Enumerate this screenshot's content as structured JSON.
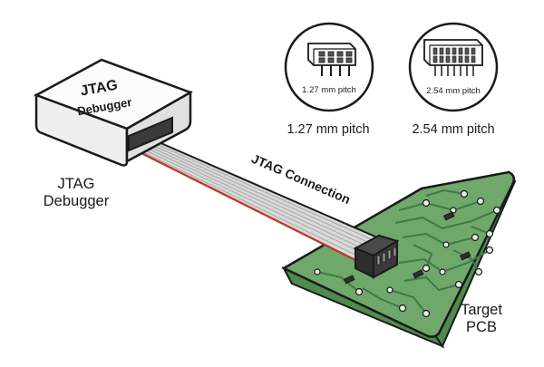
{
  "debugger": {
    "box_text_line1": "JTAG",
    "box_text_line2": "Debugger",
    "caption_line1": "JTAG",
    "caption_line2": "Debugger"
  },
  "cable": {
    "label": "JTAG Connection"
  },
  "target": {
    "caption_line1": "Target",
    "caption_line2": "PCB"
  },
  "pitch_small": {
    "inset_label": "1.27 mm pitch",
    "caption": "1.27 mm pitch"
  },
  "pitch_large": {
    "inset_label": "2.54 mm pitch",
    "caption": "2.54 mm pitch"
  },
  "colors": {
    "outline": "#1a1a1a",
    "pcb_green": "#6fa86a",
    "pcb_trace": "#3f7a45",
    "cable_gray": "#d9d9d9",
    "cable_red": "#c0392b",
    "box_white": "#f7f7f7",
    "connector_dark": "#3a3a3a"
  }
}
